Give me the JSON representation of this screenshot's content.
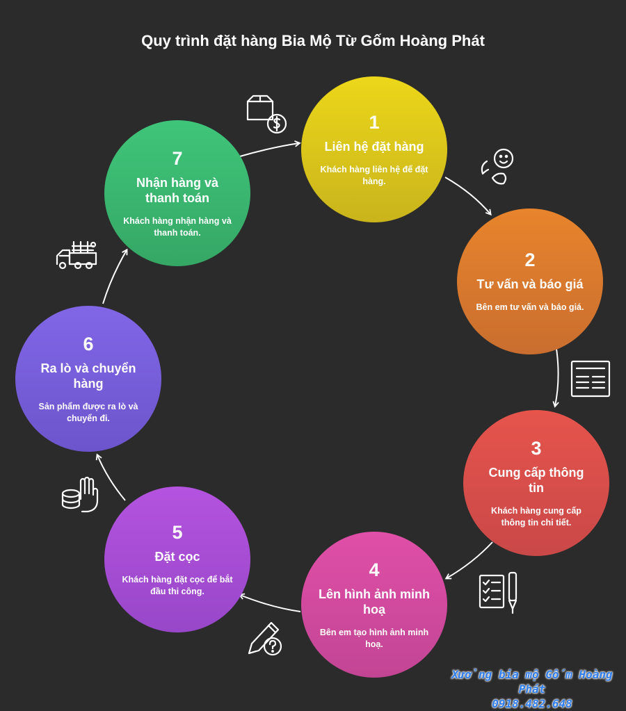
{
  "title": "Quy trình đặt hàng Bia Mộ Từ Gốm Hoàng Phát",
  "colors": {
    "background": "#2b2b2b",
    "step1": "#e2c91a",
    "step2": "#e07b2c",
    "step3": "#e0504b",
    "step4": "#d649a0",
    "step5": "#a94fd7",
    "step6": "#7a5fde",
    "step7": "#3bb66f",
    "arrow": "#ffffff"
  },
  "steps": [
    {
      "number": "1",
      "title": "Liên hệ đặt hàng",
      "desc": "Khách hàng liên hệ để đặt hàng.",
      "icon": "chat-faces-icon"
    },
    {
      "number": "2",
      "title": "Tư vấn và báo giá",
      "desc": "Bên em tư vấn và báo giá.",
      "icon": "document-layout-icon"
    },
    {
      "number": "3",
      "title": "Cung cấp thông tin",
      "desc": "Khách hàng cung cấp thông tin chi tiết.",
      "icon": "checklist-pen-icon"
    },
    {
      "number": "4",
      "title": "Lên hình ảnh minh hoạ",
      "desc": "Bên em tạo hình ảnh minh hoạ.",
      "icon": "pencil-question-icon"
    },
    {
      "number": "5",
      "title": "Đặt cọc",
      "desc": "Khách hàng đặt cọc để bắt đầu thi công.",
      "icon": "coins-hand-icon"
    },
    {
      "number": "6",
      "title": "Ra lò và chuyển hàng",
      "desc": "Sản phẩm được ra lò và chuyển đi.",
      "icon": "truck-icon"
    },
    {
      "number": "7",
      "title": "Nhận hàng và thanh toán",
      "desc": "Khách hàng nhận hàng và thanh toán.",
      "icon": "box-dollar-icon"
    }
  ],
  "watermark": {
    "line1": "Xưởng bia mộ Gốm Hoàng Phát",
    "line2": "0918.482.648"
  }
}
